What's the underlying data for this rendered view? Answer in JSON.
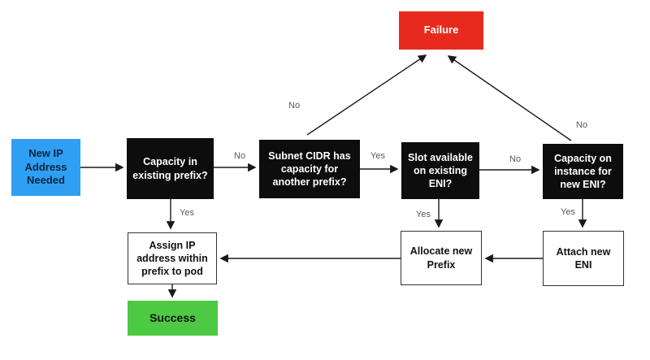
{
  "diagram": {
    "type": "flowchart",
    "background": "#ffffff",
    "nodes": {
      "new_ip": {
        "label": "New IP Address Needed",
        "kind": "start",
        "color": "#2e9ff2",
        "text_color": "#0a2540"
      },
      "capacity_prefix": {
        "label": "Capacity in existing prefix?",
        "kind": "decision",
        "color": "#0d0d0d",
        "text_color": "#ffffff"
      },
      "subnet_cidr": {
        "label": "Subnet CIDR has capacity for another prefix?",
        "kind": "decision",
        "color": "#0d0d0d",
        "text_color": "#ffffff"
      },
      "slot_eni": {
        "label": "Slot available on existing ENI?",
        "kind": "decision",
        "color": "#0d0d0d",
        "text_color": "#ffffff"
      },
      "capacity_instance": {
        "label": "Capacity on instance for new ENI?",
        "kind": "decision",
        "color": "#0d0d0d",
        "text_color": "#ffffff"
      },
      "failure": {
        "label": "Failure",
        "kind": "end-failure",
        "color": "#e8291d",
        "text_color": "#ffffff"
      },
      "assign_ip": {
        "label": "Assign IP address within prefix to pod",
        "kind": "process",
        "color": "#ffffff",
        "text_color": "#111111"
      },
      "allocate_prefix": {
        "label": "Allocate new Prefix",
        "kind": "process",
        "color": "#ffffff",
        "text_color": "#111111"
      },
      "attach_eni": {
        "label": "Attach new ENI",
        "kind": "process",
        "color": "#ffffff",
        "text_color": "#111111"
      },
      "success": {
        "label": "Success",
        "kind": "end-success",
        "color": "#4ec943",
        "text_color": "#111111"
      }
    },
    "edges": [
      {
        "from": "new_ip",
        "to": "capacity_prefix",
        "label": ""
      },
      {
        "from": "capacity_prefix",
        "to": "subnet_cidr",
        "label": "No"
      },
      {
        "from": "capacity_prefix",
        "to": "assign_ip",
        "label": "Yes"
      },
      {
        "from": "subnet_cidr",
        "to": "slot_eni",
        "label": "Yes"
      },
      {
        "from": "subnet_cidr",
        "to": "failure",
        "label": "No"
      },
      {
        "from": "slot_eni",
        "to": "capacity_instance",
        "label": "No"
      },
      {
        "from": "slot_eni",
        "to": "allocate_prefix",
        "label": "Yes"
      },
      {
        "from": "capacity_instance",
        "to": "failure",
        "label": "No"
      },
      {
        "from": "capacity_instance",
        "to": "attach_eni",
        "label": "Yes"
      },
      {
        "from": "attach_eni",
        "to": "allocate_prefix",
        "label": ""
      },
      {
        "from": "allocate_prefix",
        "to": "assign_ip",
        "label": ""
      },
      {
        "from": "assign_ip",
        "to": "success",
        "label": ""
      }
    ],
    "colors": {
      "arrow": "#1a1a1a",
      "edge_label_text": "#595959",
      "start_blue": "#2e9ff2",
      "decision_black": "#0d0d0d",
      "failure_red": "#e8291d",
      "success_green": "#4ec943"
    }
  }
}
